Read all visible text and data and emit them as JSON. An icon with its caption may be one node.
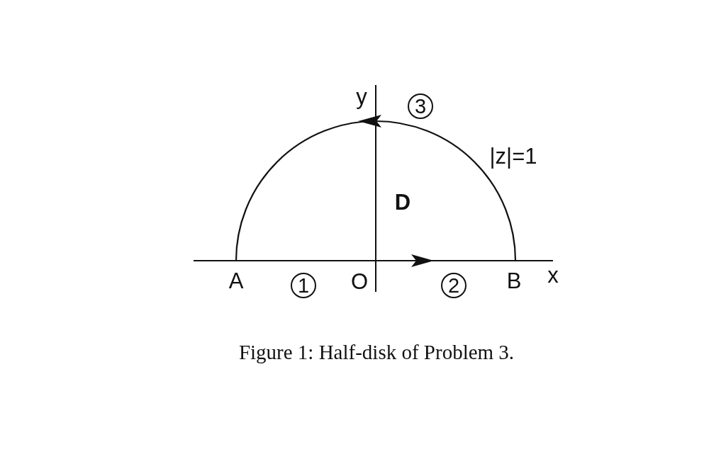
{
  "diagram": {
    "caption": "Figure 1: Half-disk of Problem 3.",
    "labels": [
      "y",
      "3",
      "|z|=1",
      "D",
      "A",
      "1",
      "O",
      "2",
      "B",
      "x"
    ]
  }
}
